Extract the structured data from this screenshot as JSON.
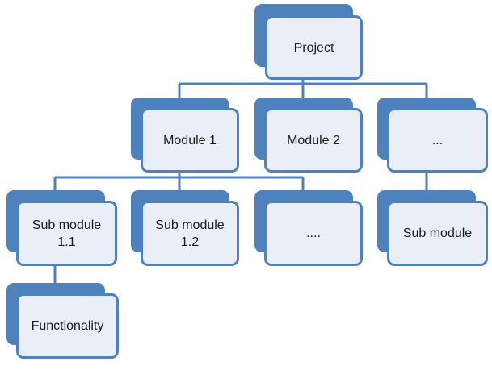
{
  "colors": {
    "box_back": "#4f81bd",
    "box_face": "#e9eef7",
    "box_border": "#4f81bd",
    "connector": "#4f81bd",
    "text": "#1a1a1a"
  },
  "nodes": {
    "project": "Project",
    "module_1": "Module 1",
    "module_2": "Module 2",
    "module_more": "...",
    "sub_module_1_1": "Sub module\n1.1",
    "sub_module_1_2": "Sub module\n1.2",
    "sub_module_more": "....",
    "sub_module": "Sub module",
    "functionality": "Functionality"
  }
}
